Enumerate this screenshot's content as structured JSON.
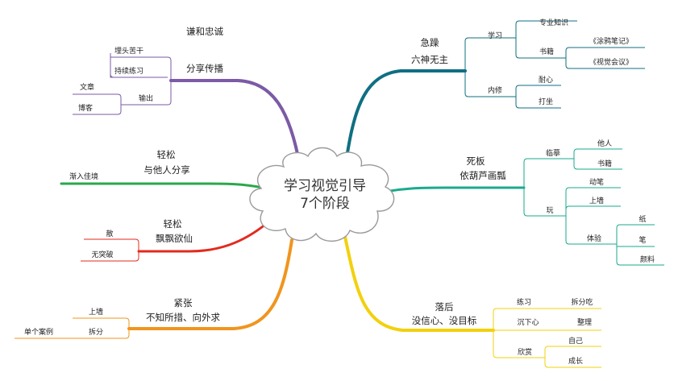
{
  "center": {
    "line1": "学习视觉引导",
    "line2": "7个阶段"
  },
  "branches": {
    "top_right": {
      "line1": "急躁",
      "line2": "六神无主",
      "color": "#0f6f82",
      "study": "学习",
      "major": "专业知识",
      "books": "书籍",
      "book1": "《涂鸦笔记》",
      "book2": "《视觉会议》",
      "inner": "内修",
      "patience": "耐心",
      "practice": "打坐"
    },
    "right": {
      "line1": "死板",
      "line2": "依葫芦画瓢",
      "color": "#1aaa8c",
      "copy": "临摹",
      "others": "他人",
      "book": "书籍",
      "draw": "玩",
      "animate": "动笔",
      "wall": "上墙",
      "experience": "体验",
      "paper": "纸",
      "pen": "笔",
      "paint": "颜料"
    },
    "bottom_right": {
      "line1": "落后",
      "line2": "没信心、没目标",
      "color": "#f2d10d",
      "practice": "练习",
      "split": "拆分吃",
      "settle": "沉下心",
      "organize": "整理",
      "appreciate": "欣赏",
      "self": "自己",
      "grow": "成长"
    },
    "bottom_left": {
      "line1": "紧张",
      "line2": "不知所措、向外求",
      "color": "#f0951f",
      "wall": "上墙",
      "split": "拆分",
      "case": "单个案例"
    },
    "mid_low_left": {
      "line1": "轻松",
      "line2": "飘飘欲仙",
      "color": "#e32a1e",
      "scatter": "散",
      "no_breakthrough": "无突破"
    },
    "mid_left": {
      "line1": "轻松",
      "line2": "与他人分享",
      "color": "#2aa84a",
      "step": "渐入佳境"
    },
    "top_left": {
      "line1": "谦和忠诚",
      "line2": "分享传播",
      "color": "#7b5aa6",
      "bury": "埋头苦干",
      "keep": "持续练习",
      "output": "输出",
      "article": "文章",
      "blog": "博客"
    }
  }
}
